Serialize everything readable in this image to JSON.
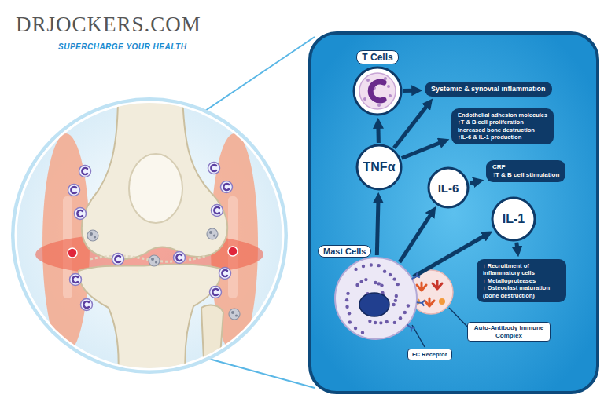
{
  "diagram": {
    "nodes": [
      {
        "text": [
          "T Cells"
        ]
      },
      {
        "text": [
          "Systemic & synovial inflammation"
        ]
      },
      {
        "text": [
          "Endothelial adhesion molecules",
          "↑T & B cell proliferation",
          "Increased bone destruction",
          "↑IL-6 & IL-1 production"
        ]
      },
      {
        "text": [
          "TNFα"
        ]
      },
      {
        "text": [
          "IL-6"
        ]
      },
      {
        "text": [
          "CRP",
          "↑T & B cell stimulation"
        ]
      },
      {
        "text": [
          "IL-1"
        ]
      },
      {
        "text": [
          "↑ Recruitment of inflammatory cells",
          "↑ Metalloproteases",
          "↑ Osteoclast maturation (bone destruction)"
        ]
      },
      {
        "text": [
          "Mast Cells"
        ]
      },
      {
        "text": [
          "FC Receptor"
        ]
      },
      {
        "text": [
          "Auto-Antibody Immune Complex"
        ]
      }
    ],
    "edges": [
      {
        "from": 8,
        "to": 3,
        "arrow": "to"
      },
      {
        "from": 8,
        "to": 4,
        "arrow": "to"
      },
      {
        "from": 8,
        "to": 6,
        "arrow": "to"
      },
      {
        "from": 3,
        "to": 0,
        "arrow": "to"
      },
      {
        "from": 0,
        "to": 1,
        "arrow": "to"
      },
      {
        "from": 3,
        "to": 1,
        "arrow": "to"
      },
      {
        "from": 3,
        "to": 2,
        "arrow": "to"
      },
      {
        "from": 4,
        "to": 5,
        "arrow": "to"
      },
      {
        "from": 6,
        "to": 7,
        "arrow": "to"
      }
    ],
    "labels": [
      "DRJOCKERS.COM",
      "SUPERCHARGE YOUR HEALTH"
    ]
  }
}
